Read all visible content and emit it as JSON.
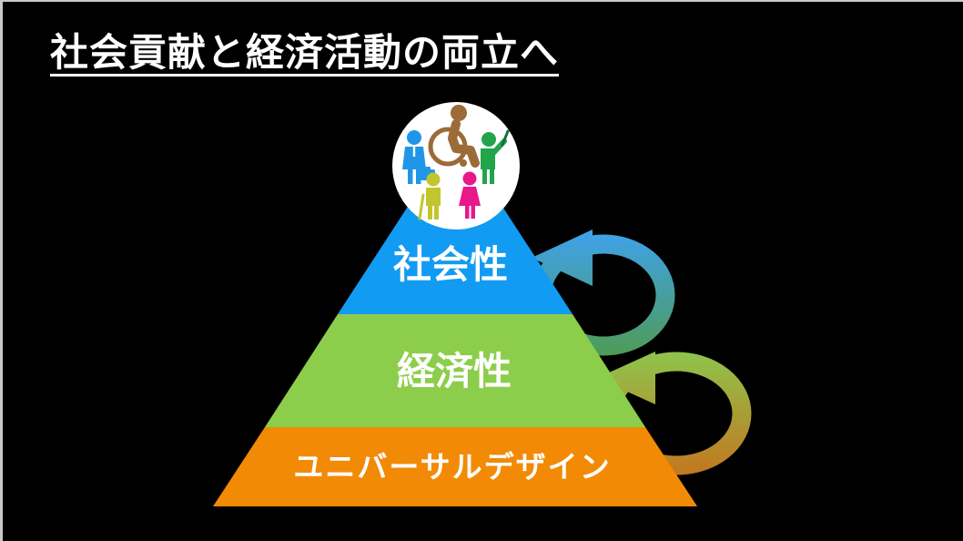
{
  "slide": {
    "background_color": "#000000",
    "frame_border_color": "#C9C9C9",
    "title": "社会貢献と経済活動の両立へ",
    "title_color": "#FFFFFF"
  },
  "pyramid": {
    "layers": [
      {
        "label": "社会性",
        "color": "#129BF2"
      },
      {
        "label": "経済性",
        "color": "#8CCE4B"
      },
      {
        "label": "ユニバーサルデザイン",
        "color": "#F28A06"
      }
    ],
    "label_color": "#FFFFFF"
  },
  "apex_circle": {
    "color": "#FFFFFF",
    "people": [
      {
        "icon": "wheelchair-user-icon",
        "color": "#9C6B38"
      },
      {
        "icon": "business-person-icon",
        "color": "#2196E8",
        "tie_color": "#FFFFFF"
      },
      {
        "icon": "teacher-icon",
        "color": "#22A44B",
        "stick_color": "#156F33"
      },
      {
        "icon": "senior-person-icon",
        "color": "#C3C52F"
      },
      {
        "icon": "woman-icon",
        "color": "#E8188A"
      }
    ]
  },
  "arrows": [
    {
      "id": "top-loop-arrow",
      "gradient_start": "#3EA2ED",
      "gradient_end": "#4F9B52"
    },
    {
      "id": "bottom-loop-arrow",
      "gradient_start": "#8EC54D",
      "gradient_end": "#C4761E"
    }
  ]
}
